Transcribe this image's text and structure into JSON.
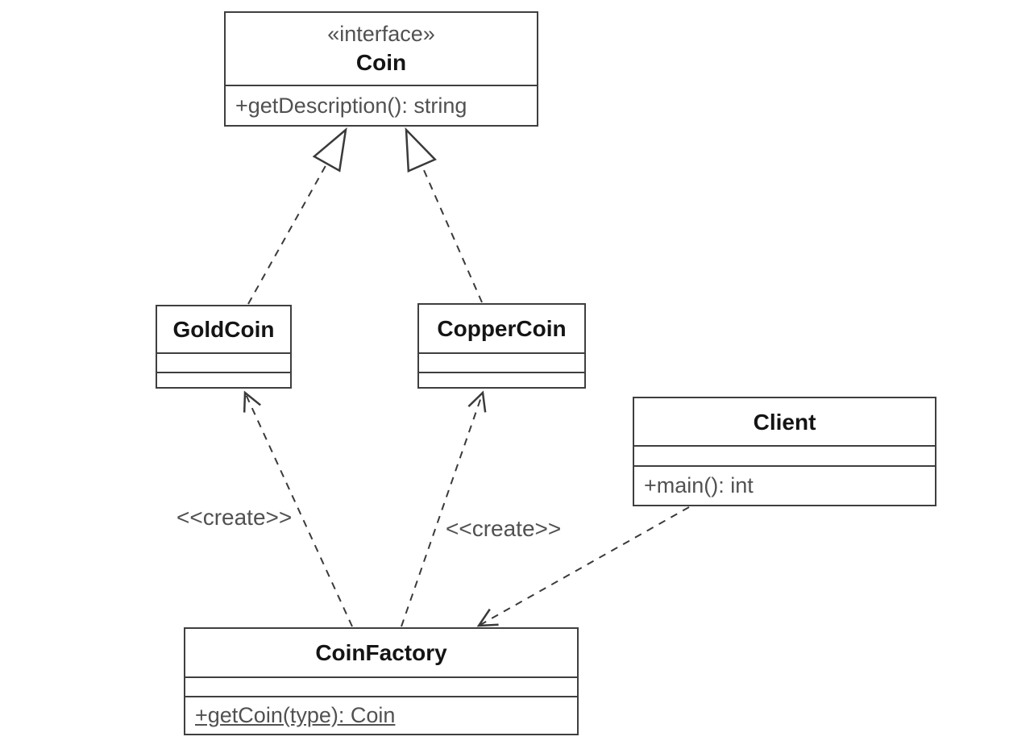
{
  "classes": {
    "coin": {
      "stereotype": "«interface»",
      "name": "Coin",
      "method": "+getDescription(): string"
    },
    "goldcoin": {
      "name": "GoldCoin"
    },
    "coppercoin": {
      "name": "CopperCoin"
    },
    "client": {
      "name": "Client",
      "method": "+main(): int"
    },
    "coinfactory": {
      "name": "CoinFactory",
      "method": "+getCoin(type): Coin"
    }
  },
  "edge_labels": {
    "create_goldcoin": "<<create>>",
    "create_coppercoin": "<<create>>"
  },
  "colors": {
    "background": "#ffffff",
    "border": "#3f3f3f",
    "line": "#3a3a3a",
    "title_text": "#141414",
    "body_text": "#515151"
  }
}
